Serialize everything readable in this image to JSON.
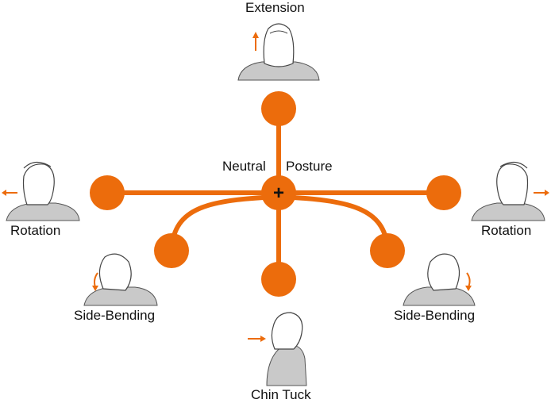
{
  "title": "Neutral Posture",
  "title_parts": [
    "Neutral",
    "Posture"
  ],
  "center_symbol": "+",
  "colors": {
    "accent": "#ec6c0c",
    "shirt": "#c9c9c9",
    "line": "#333333",
    "text": "#111111"
  },
  "movements": [
    {
      "id": "extension",
      "label": "Extension",
      "arrow": "up"
    },
    {
      "id": "rotation-left",
      "label": "Rotation",
      "arrow": "left"
    },
    {
      "id": "rotation-right",
      "label": "Rotation",
      "arrow": "right"
    },
    {
      "id": "side-bending-left",
      "label": "Side-Bending",
      "arrow": "down-curve"
    },
    {
      "id": "side-bending-right",
      "label": "Side-Bending",
      "arrow": "down-curve"
    },
    {
      "id": "chin-tuck",
      "label": "Chin Tuck",
      "arrow": "right"
    }
  ]
}
